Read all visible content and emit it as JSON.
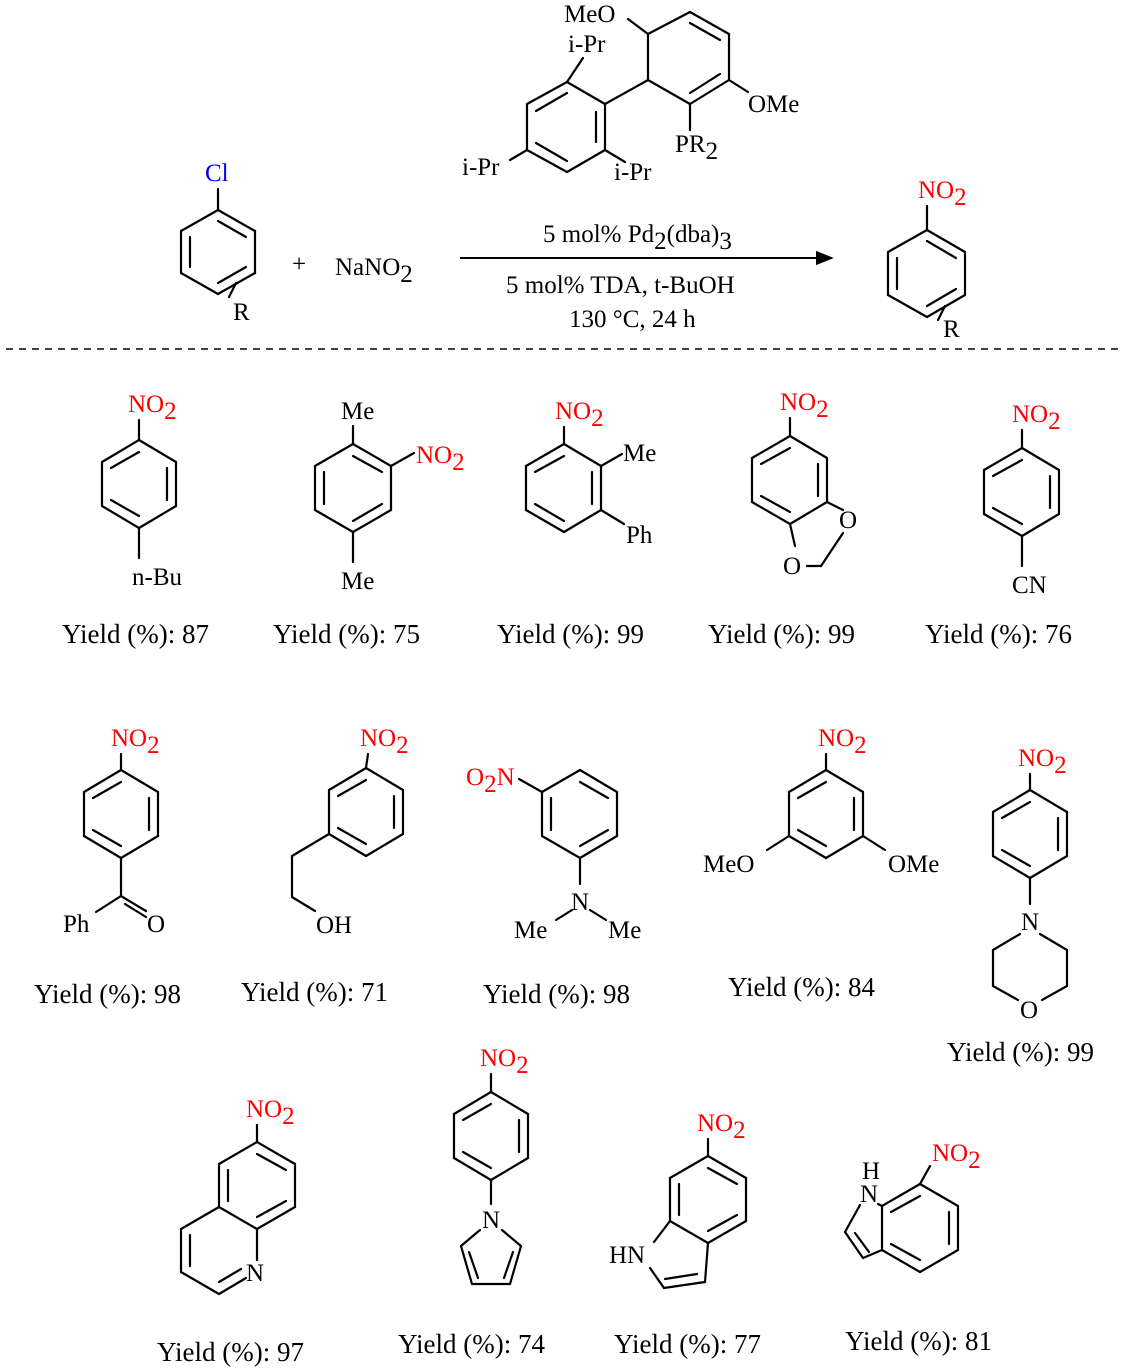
{
  "reaction": {
    "reactant_substituent_halide": "Cl",
    "reactant_ring_R": "R",
    "plus": "+",
    "reagent_na": "Na",
    "reagent_no2": "NO",
    "reagent_no2_sub": "2",
    "ligand": {
      "meo_top": "MeO",
      "ipr_top": "i-Pr",
      "ome_right": "OMe",
      "pr2": "PR",
      "pr2_sub": "2",
      "ipr_left": "i-Pr",
      "ipr_bottom": "i-Pr"
    },
    "conditions_line1": "5 mol%  Pd",
    "conditions_line1_sub1": "2",
    "conditions_line1_mid": "(dba)",
    "conditions_line1_sub2": "3",
    "conditions_line2": "5 mol% TDA, t-BuOH",
    "conditions_line3": "130 °C, 24 h",
    "product_no2": "NO",
    "product_no2_sub": "2",
    "product_ring_R": "R"
  },
  "substituents": {
    "no2": "NO",
    "no2_sub": "2",
    "o2n_prefix": "O",
    "o2n_sub": "2",
    "o2n_suffix": "N",
    "n_bu": "n-Bu",
    "me": "Me",
    "ph": "Ph",
    "cn": "CN",
    "o": "O",
    "oh": "OH",
    "n": "N",
    "meo": "MeO",
    "ome": "OMe",
    "hn": "HN",
    "h": "H"
  },
  "products": [
    {
      "yield_label": "Yield (%): 87",
      "yield": 87
    },
    {
      "yield_label": "Yield (%): 75",
      "yield": 75
    },
    {
      "yield_label": "Yield (%): 99",
      "yield": 99
    },
    {
      "yield_label": "Yield (%): 99",
      "yield": 99
    },
    {
      "yield_label": "Yield (%): 76",
      "yield": 76
    },
    {
      "yield_label": "Yield (%): 98",
      "yield": 98
    },
    {
      "yield_label": "Yield (%): 71",
      "yield": 71
    },
    {
      "yield_label": "Yield (%): 98",
      "yield": 98
    },
    {
      "yield_label": "Yield (%): 84",
      "yield": 84
    },
    {
      "yield_label": "Yield (%): 99",
      "yield": 99
    },
    {
      "yield_label": "Yield (%): 97",
      "yield": 97
    },
    {
      "yield_label": "Yield (%): 74",
      "yield": 74
    },
    {
      "yield_label": "Yield (%): 77",
      "yield": 77
    },
    {
      "yield_label": "Yield (%): 81",
      "yield": 81
    }
  ],
  "colors": {
    "nitro": "#ff0000",
    "chlorine": "#0000ff",
    "bonds": "#000000"
  }
}
